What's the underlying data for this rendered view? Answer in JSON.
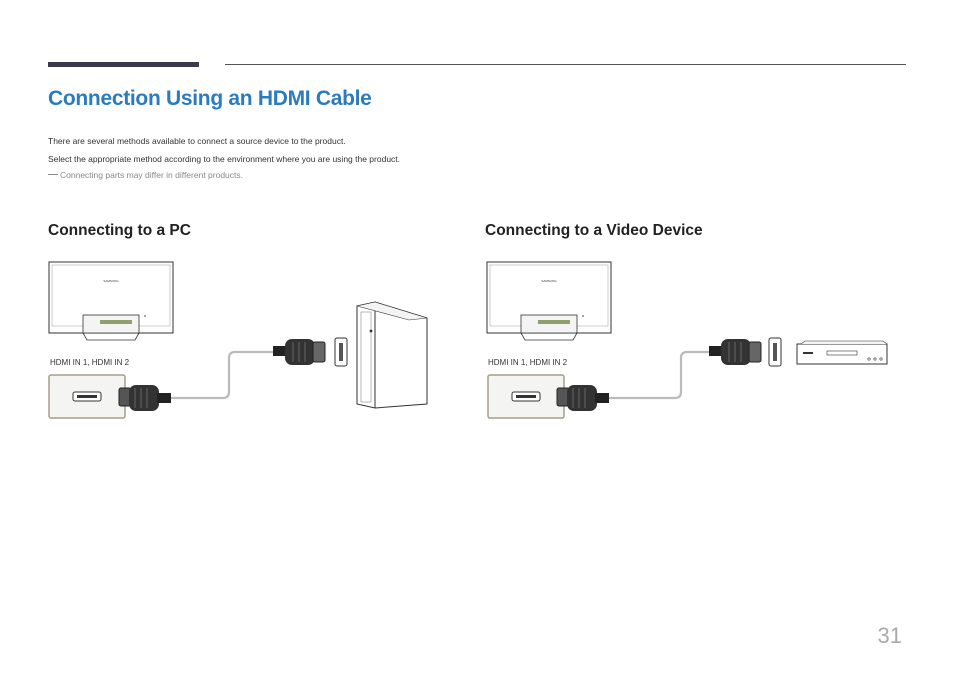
{
  "header": {
    "title": "Connection Using an HDMI Cable"
  },
  "intro": {
    "line1": "There are several methods available to connect a source device to the product.",
    "line2": "Select the appropriate method according to the environment where you are using the product.",
    "note": "Connecting parts may differ in different products."
  },
  "sections": [
    {
      "heading": "Connecting to a PC",
      "port_label": "HDMI IN 1, HDMI IN 2"
    },
    {
      "heading": "Connecting to a Video Device",
      "port_label": "HDMI IN 1, HDMI IN 2"
    }
  ],
  "monitor_logo": "SAMSUNG",
  "page_number": "31",
  "colors": {
    "title": "#2b7bbf",
    "port_highlight": "#a59d8a"
  }
}
